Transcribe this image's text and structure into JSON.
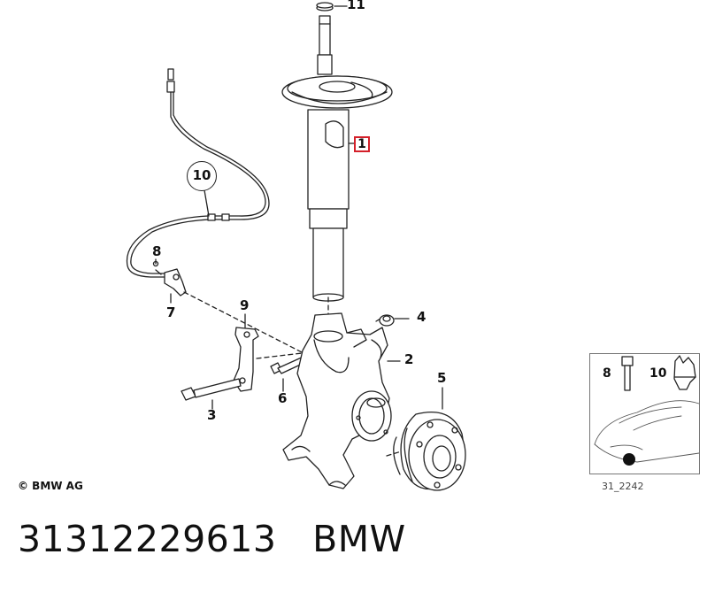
{
  "callouts": {
    "c1": "1",
    "c2": "2",
    "c3": "3",
    "c4": "4",
    "c5": "5",
    "c6": "6",
    "c7": "7",
    "c8": "8",
    "c9": "9",
    "c10": "10",
    "c11": "11"
  },
  "copyright": "© BMW AG",
  "inset": {
    "label_a": "8",
    "label_b": "10",
    "code": "31_2242"
  },
  "footer": {
    "part_number": "31312229613",
    "brand": "BMW"
  },
  "colors": {
    "highlight_border": "#d4202a",
    "line": "#222222"
  }
}
